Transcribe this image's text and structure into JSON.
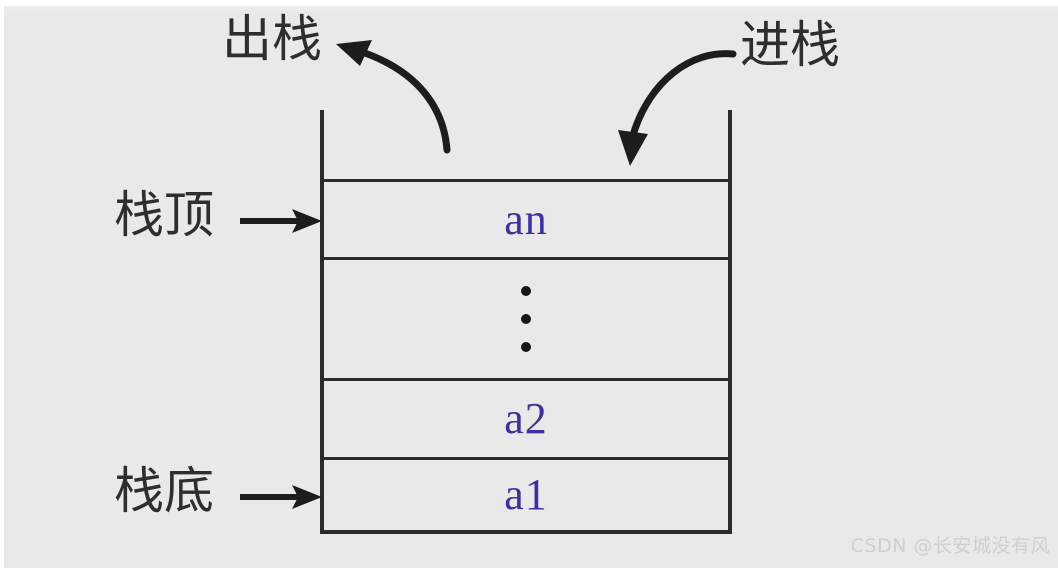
{
  "figure": {
    "title_semantic": "stack-push-pop-diagram",
    "background_color": "#e9e9e9",
    "line_color": "#2b2b2b",
    "element_text_color": "#3b31a0",
    "label_text_color": "#2e2e2e"
  },
  "labels": {
    "pop": "出栈",
    "push": "进栈",
    "stack_top": "栈顶",
    "stack_bottom": "栈底"
  },
  "stack": {
    "cells": [
      {
        "id": "an",
        "label": "an"
      },
      {
        "id": "ellipsis",
        "label": "⋮"
      },
      {
        "id": "a2",
        "label": "a2"
      },
      {
        "id": "a1",
        "label": "a1"
      }
    ],
    "top_cell_label": "an",
    "middle_cell_label": "⋮",
    "second_cell_label": "a2",
    "bottom_cell_label": "a1"
  },
  "watermark": {
    "text": "CSDN @长安城没有风",
    "color": "#cfcfcf"
  }
}
